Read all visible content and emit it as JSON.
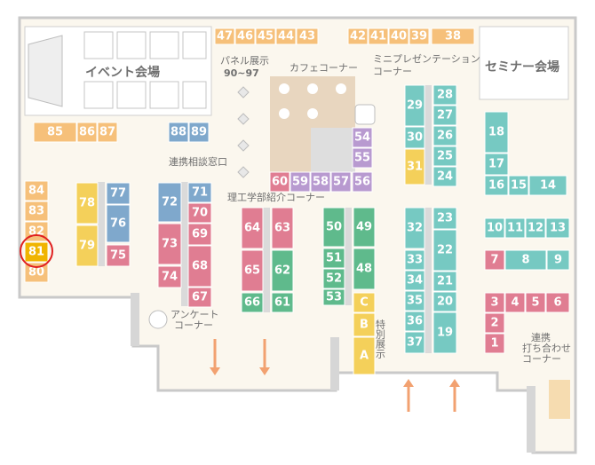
{
  "colors": {
    "orange": "#f6c07a",
    "blue": "#7fa8cc",
    "pink": "#e07d92",
    "green": "#5fba8c",
    "teal": "#76c9c2",
    "purple": "#b89ad0",
    "yellow": "#f4d05a",
    "gold": "#f0b400",
    "floor": "#fbf7ee",
    "wall": "#cfcfcf",
    "circle": "#e02020"
  },
  "labels": {
    "event_hall": "イベント会場",
    "seminar_hall": "セミナー会場",
    "panel_label": "パネル展示",
    "panel_range": "90~97",
    "cafe": "カフェコーナー",
    "mini1": "ミニプレゼンテーション",
    "mini2": "コーナー",
    "renkei": "連携相談窓口",
    "riko": "理工学部紹介コーナー",
    "survey1": "アンケート",
    "survey2": "コーナー",
    "tokubetsu": "特別展示",
    "uchiawase1": "連携",
    "uchiawase2": "打ち合わせ",
    "uchiawase3": "コーナー"
  },
  "booths": [
    {
      "t": "47",
      "c": "orange"
    },
    {
      "t": "46",
      "c": "orange"
    },
    {
      "t": "45",
      "c": "orange"
    },
    {
      "t": "44",
      "c": "orange"
    },
    {
      "t": "43",
      "c": "orange"
    },
    {
      "t": "42",
      "c": "orange"
    },
    {
      "t": "41",
      "c": "orange"
    },
    {
      "t": "40",
      "c": "orange"
    },
    {
      "t": "39",
      "c": "orange"
    },
    {
      "t": "38",
      "c": "orange"
    },
    {
      "t": "85",
      "c": "orange"
    },
    {
      "t": "86",
      "c": "orange"
    },
    {
      "t": "87",
      "c": "orange"
    },
    {
      "t": "88",
      "c": "blue"
    },
    {
      "t": "89",
      "c": "blue"
    },
    {
      "t": "84",
      "c": "orange"
    },
    {
      "t": "83",
      "c": "orange"
    },
    {
      "t": "82",
      "c": "orange"
    },
    {
      "t": "81",
      "c": "gold"
    },
    {
      "t": "80",
      "c": "orange"
    },
    {
      "t": "78",
      "c": "yellow"
    },
    {
      "t": "79",
      "c": "yellow"
    },
    {
      "t": "77",
      "c": "blue"
    },
    {
      "t": "76",
      "c": "blue"
    },
    {
      "t": "75",
      "c": "pink"
    },
    {
      "t": "72",
      "c": "blue"
    },
    {
      "t": "73",
      "c": "pink"
    },
    {
      "t": "74",
      "c": "pink"
    },
    {
      "t": "71",
      "c": "blue"
    },
    {
      "t": "70",
      "c": "pink"
    },
    {
      "t": "69",
      "c": "pink"
    },
    {
      "t": "68",
      "c": "pink"
    },
    {
      "t": "67",
      "c": "pink"
    },
    {
      "t": "64",
      "c": "pink"
    },
    {
      "t": "65",
      "c": "pink"
    },
    {
      "t": "66",
      "c": "green"
    },
    {
      "t": "63",
      "c": "pink"
    },
    {
      "t": "62",
      "c": "green"
    },
    {
      "t": "61",
      "c": "green"
    },
    {
      "t": "60",
      "c": "pink"
    },
    {
      "t": "59",
      "c": "purple"
    },
    {
      "t": "58",
      "c": "purple"
    },
    {
      "t": "57",
      "c": "purple"
    },
    {
      "t": "56",
      "c": "purple"
    },
    {
      "t": "54",
      "c": "purple"
    },
    {
      "t": "55",
      "c": "purple"
    },
    {
      "t": "50",
      "c": "green"
    },
    {
      "t": "51",
      "c": "green"
    },
    {
      "t": "52",
      "c": "green"
    },
    {
      "t": "53",
      "c": "green"
    },
    {
      "t": "49",
      "c": "green"
    },
    {
      "t": "48",
      "c": "green"
    },
    {
      "t": "C",
      "c": "yellow"
    },
    {
      "t": "B",
      "c": "yellow"
    },
    {
      "t": "A",
      "c": "yellow"
    },
    {
      "t": "29",
      "c": "teal"
    },
    {
      "t": "30",
      "c": "teal"
    },
    {
      "t": "31",
      "c": "yellow"
    },
    {
      "t": "28",
      "c": "teal"
    },
    {
      "t": "27",
      "c": "teal"
    },
    {
      "t": "26",
      "c": "teal"
    },
    {
      "t": "25",
      "c": "teal"
    },
    {
      "t": "24",
      "c": "teal"
    },
    {
      "t": "32",
      "c": "teal"
    },
    {
      "t": "33",
      "c": "teal"
    },
    {
      "t": "34",
      "c": "teal"
    },
    {
      "t": "35",
      "c": "teal"
    },
    {
      "t": "36",
      "c": "teal"
    },
    {
      "t": "37",
      "c": "teal"
    },
    {
      "t": "23",
      "c": "teal"
    },
    {
      "t": "22",
      "c": "teal"
    },
    {
      "t": "21",
      "c": "teal"
    },
    {
      "t": "20",
      "c": "teal"
    },
    {
      "t": "19",
      "c": "teal"
    },
    {
      "t": "18",
      "c": "teal"
    },
    {
      "t": "17",
      "c": "teal"
    },
    {
      "t": "16",
      "c": "teal"
    },
    {
      "t": "15",
      "c": "teal"
    },
    {
      "t": "14",
      "c": "teal"
    },
    {
      "t": "10",
      "c": "teal"
    },
    {
      "t": "11",
      "c": "teal"
    },
    {
      "t": "12",
      "c": "teal"
    },
    {
      "t": "13",
      "c": "teal"
    },
    {
      "t": "7",
      "c": "pink"
    },
    {
      "t": "8",
      "c": "teal"
    },
    {
      "t": "9",
      "c": "teal"
    },
    {
      "t": "3",
      "c": "pink"
    },
    {
      "t": "4",
      "c": "pink"
    },
    {
      "t": "5",
      "c": "pink"
    },
    {
      "t": "6",
      "c": "pink"
    },
    {
      "t": "2",
      "c": "pink"
    },
    {
      "t": "1",
      "c": "pink"
    }
  ],
  "highlight": "81"
}
